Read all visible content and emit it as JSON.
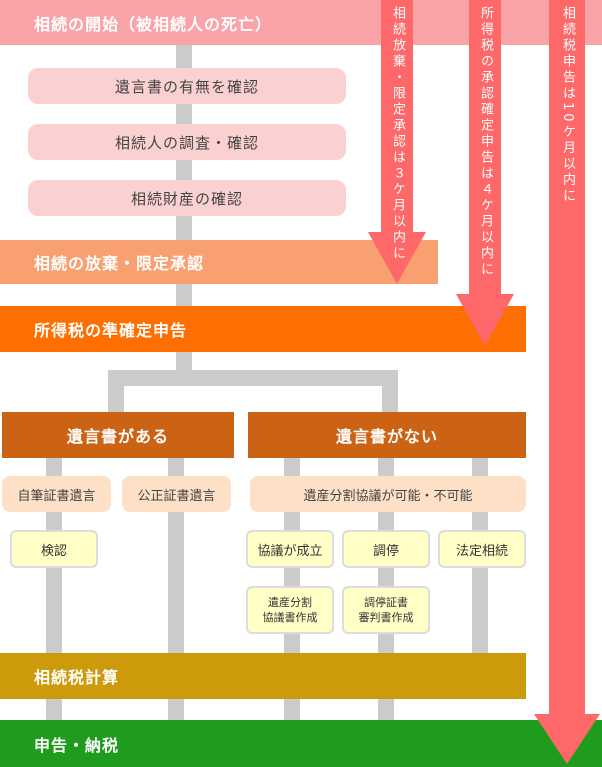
{
  "colors": {
    "band_top": "#f9a4a8",
    "band_renunciation": "#f9a070",
    "band_income_tax": "#ff6e00",
    "branch_header": "#cc6314",
    "band_inheritance_tax_calc": "#cc9a0a",
    "band_filing": "#1f9b1e",
    "arrow": "#fe6869",
    "connector": "#cbcbcb",
    "step_box": "#fbd0d0",
    "option_box": "#fde0c6",
    "result_box": "#ffffc6"
  },
  "bands": {
    "start": "相続の開始（被相続人の死亡）",
    "renunciation": "相続の放棄・限定承認",
    "income_tax_return": "所得税の準確定申告",
    "tax_calculation": "相続税計算",
    "filing_payment": "申告・納税"
  },
  "steps": [
    "遺言書の有無を確認",
    "相続人の調査・確認",
    "相続財産の確認"
  ],
  "branches": {
    "with_will": {
      "header": "遺言書がある",
      "options": [
        "自筆証書遺言",
        "公正証書遺言"
      ],
      "result": "検認"
    },
    "without_will": {
      "header": "遺言書がない",
      "option": "遺産分割協議が可能・不可能",
      "results": [
        "協議が成立",
        "調停",
        "法定相続"
      ],
      "documents": [
        {
          "line1": "遺産分割",
          "line2": "協議書作成"
        },
        {
          "line1": "調停証書",
          "line2": "審判書作成"
        }
      ]
    }
  },
  "deadlines": [
    {
      "label": "相続放棄・限定承認は３ケ月以内に"
    },
    {
      "label": "所得税の承認確定申告は４ケ月以内に"
    },
    {
      "label": "相続税申告は10ケ月以内に"
    }
  ]
}
